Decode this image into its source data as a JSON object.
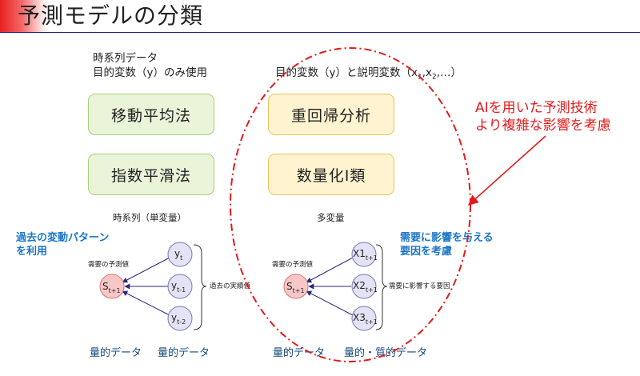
{
  "title": "予測モデルの分類",
  "left_header": [
    "時系列データ",
    "目的変数（y）のみ使用"
  ],
  "right_header": {
    "text": "目的変数（y）と説明変数（x",
    "sub1": "1",
    "mid": ",x",
    "sub2": "2",
    "end": ",…）"
  },
  "left_boxes": [
    "移動平均法",
    "指数平滑法"
  ],
  "right_boxes": [
    "重回帰分析",
    "数量化Ⅰ類"
  ],
  "left_caption": "時系列（単変量）",
  "right_caption": "多変量",
  "left_note": [
    "過去の変動パターン",
    "を利用"
  ],
  "right_note": [
    "需要に影響を与える",
    "要因を考慮"
  ],
  "ai_note": [
    "AIを用いた予測技術",
    "より複雑な影響を考慮"
  ],
  "left_diagram": {
    "target_label": "需要の予測値",
    "target": {
      "main": "S",
      "sub": "t+1"
    },
    "inputs": [
      {
        "main": "y",
        "sub": "t"
      },
      {
        "main": "y",
        "sub": "t-1"
      },
      {
        "main": "y",
        "sub": "t-2"
      }
    ],
    "bracket_label": "過去の実績値"
  },
  "right_diagram": {
    "target_label": "需要の予測値",
    "target": {
      "main": "S",
      "sub": "t+1"
    },
    "inputs": [
      {
        "main": "X1",
        "sub": "t+1"
      },
      {
        "main": "X2",
        "sub": "t+1"
      },
      {
        "main": "X3",
        "sub": "t+1"
      }
    ],
    "bracket_label": "需要に影響する要因"
  },
  "bottom_labels": [
    "量的データ",
    "量的データ",
    "量的データ",
    "量的・質的データ"
  ],
  "colors": {
    "accent_red": "#e21b1b",
    "blue_text": "#1c76c8",
    "green_box": "#e9f4d9",
    "yellow_box": "#fff4cf",
    "target_node": "#f8c8c8",
    "input_node": "#e3e3f5"
  }
}
